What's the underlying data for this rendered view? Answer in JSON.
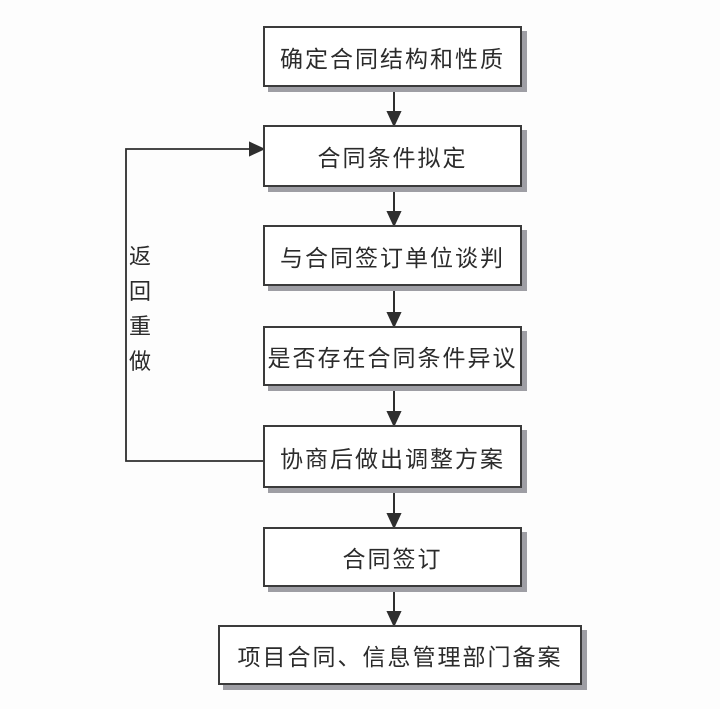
{
  "diagram": {
    "type": "flowchart",
    "nodes": [
      {
        "id": "node-1",
        "label": "确定合同结构和性质"
      },
      {
        "id": "node-2",
        "label": "合同条件拟定"
      },
      {
        "id": "node-3",
        "label": "与合同签订单位谈判"
      },
      {
        "id": "node-4",
        "label": "是否存在合同条件异议"
      },
      {
        "id": "node-5",
        "label": "协商后做出调整方案"
      },
      {
        "id": "node-6",
        "label": "合同签订"
      },
      {
        "id": "node-7",
        "label": "项目合同、信息管理部门备案"
      }
    ],
    "edges": [
      {
        "from": "node-1",
        "to": "node-2"
      },
      {
        "from": "node-2",
        "to": "node-3"
      },
      {
        "from": "node-3",
        "to": "node-4"
      },
      {
        "from": "node-4",
        "to": "node-5"
      },
      {
        "from": "node-5",
        "to": "node-6"
      },
      {
        "from": "node-6",
        "to": "node-7"
      },
      {
        "from": "node-5",
        "to": "node-2",
        "label": "返回重做"
      }
    ],
    "loop_label": "返回重做",
    "colors": {
      "background": "#fdfdfd",
      "box_fill": "#ffffff",
      "box_border": "#3b3b3b",
      "box_shadow": "#9e9ea4",
      "connector": "#2e2e2e",
      "text": "#2b2b2b"
    }
  }
}
